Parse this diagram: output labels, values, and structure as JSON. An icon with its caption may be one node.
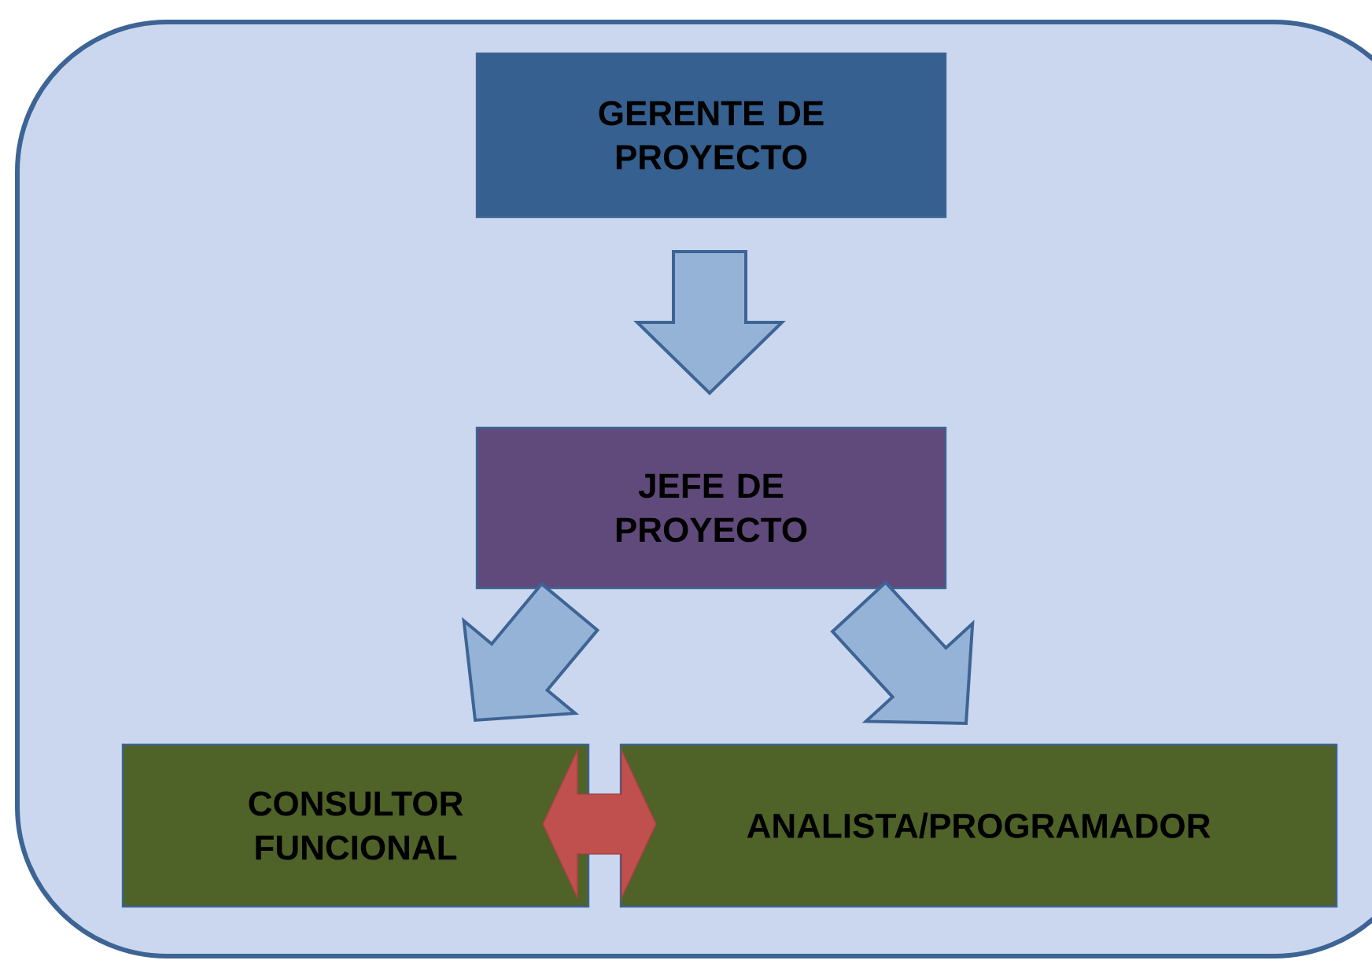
{
  "diagram": {
    "nodes": [
      {
        "text": [
          "GERENTE DE PROYECTO"
        ]
      },
      {
        "text": [
          "JEFE DE PROYECTO"
        ]
      },
      {
        "text": [
          "CONSULTOR FUNCIONAL"
        ]
      },
      {
        "text": [
          "ANALISTA/PROGRAMADOR"
        ]
      }
    ],
    "edges": [
      {
        "from": 0,
        "to": 1,
        "arrow": "to"
      },
      {
        "from": 1,
        "to": 2,
        "arrow": "to"
      },
      {
        "from": 1,
        "to": 3,
        "arrow": "to"
      },
      {
        "from": 2,
        "to": 3,
        "arrow": "both",
        "color": "#c0504d"
      }
    ]
  }
}
